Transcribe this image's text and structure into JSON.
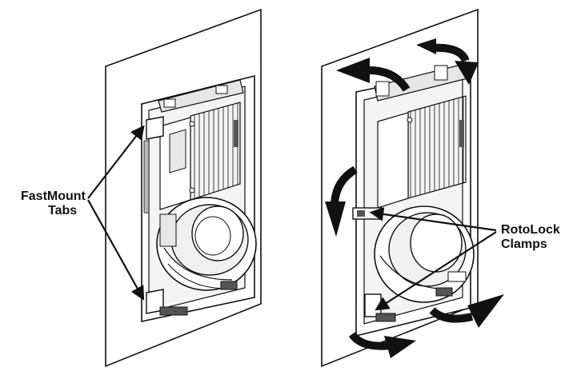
{
  "figure": {
    "left_callout": {
      "line1": "FastMount",
      "line2": "Tabs"
    },
    "right_callout": {
      "line1": "RotoLock",
      "line2": "Clamps"
    }
  },
  "colors": {
    "ink": "#111111",
    "panel": "#ffffff",
    "shade": "#d9d9d9",
    "dark_shade": "#8a8a8a"
  }
}
